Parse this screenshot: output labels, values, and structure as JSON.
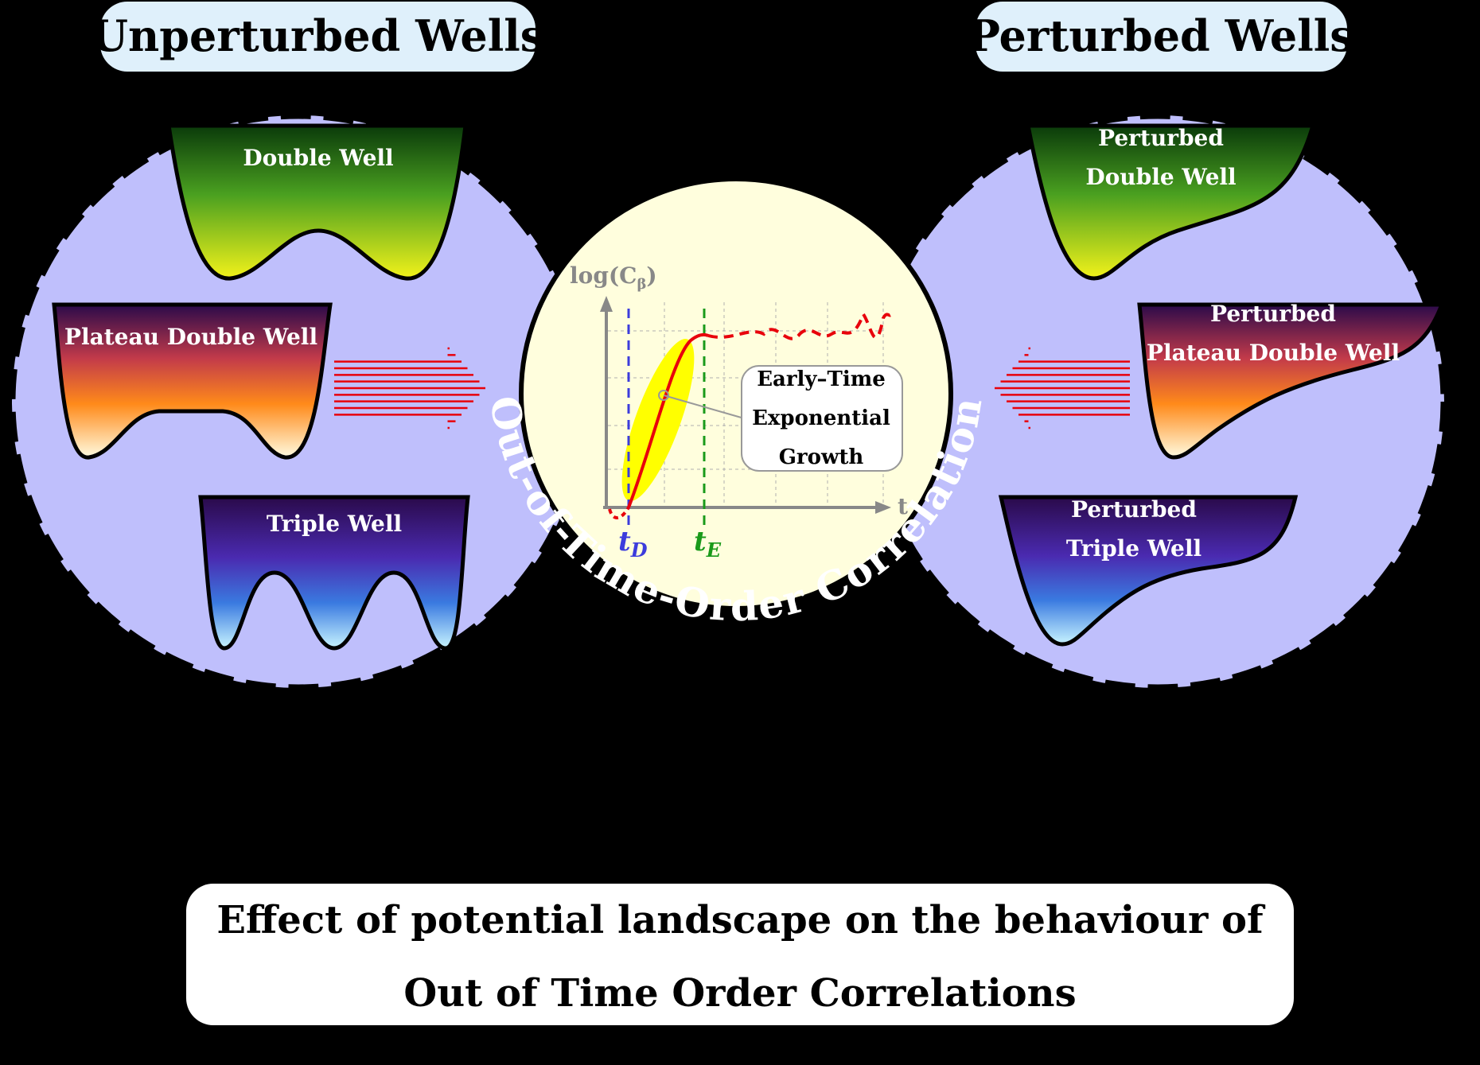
{
  "headers": {
    "left": "Unperturbed Wells",
    "right": "Perturbed Wells"
  },
  "unperturbed": {
    "double_well": "Double Well",
    "plateau_double_well": "Plateau Double Well",
    "triple_well": "Triple Well"
  },
  "perturbed": {
    "double_well": [
      "Perturbed",
      "Double Well"
    ],
    "plateau_double_well": [
      "Perturbed",
      "Plateau Double Well"
    ],
    "triple_well": [
      "Perturbed",
      "Triple Well"
    ]
  },
  "arc_text": "Out-of-Time-Order Correlation",
  "plot": {
    "y_axis_label": "log(C",
    "y_axis_subscript": "β",
    "y_axis_close": ")",
    "x_axis_label": "t",
    "marker_d": "t",
    "marker_d_sub": "D",
    "marker_e": "t",
    "marker_e_sub": "E",
    "callout": [
      "Early–Time",
      "Exponential",
      "Growth"
    ]
  },
  "caption": [
    "Effect of potential landscape on the behaviour of",
    "Out of Time Order Correlations"
  ],
  "colors": {
    "background": "#000000",
    "circle_fill": "#bfbffc",
    "center_fill": "#fffedd",
    "header_fill": "#dff0fb",
    "curve_red": "#e8000b",
    "marker_blue": "#3c3cdc",
    "marker_green": "#1a9a1a",
    "ellipse_yellow": "#ffff00"
  }
}
